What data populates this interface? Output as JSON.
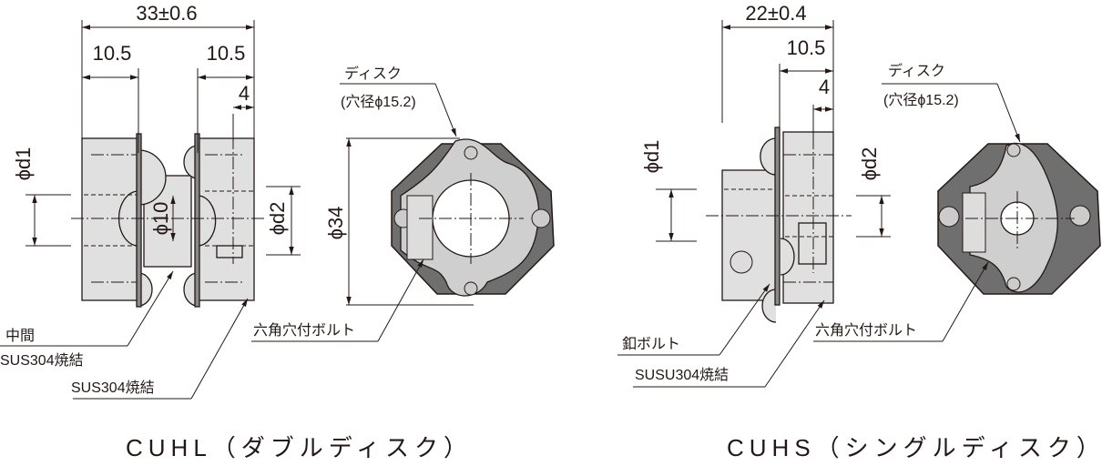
{
  "left": {
    "overall_dim": "33±0.6",
    "hub_len_left": "10.5",
    "hub_len_right": "10.5",
    "screw_pos": "4",
    "bore1": "ϕd1",
    "bore2": "ϕd2",
    "center_dia": "ϕ10",
    "outer_dia": "ϕ34",
    "disk_label": "ディスク",
    "disk_hole": "(穴径ϕ15.2)",
    "bolt_label": "六角穴付ボルト",
    "middle_label": "中間",
    "middle_material": "SUS304焼結",
    "hub_material": "SUS304焼結",
    "title": "CUHL（ダブルディスク）"
  },
  "right": {
    "overall_dim": "22±0.4",
    "hub_len": "10.5",
    "screw_pos": "4",
    "bore1": "ϕd1",
    "bore2": "ϕd2",
    "disk_label": "ディスク",
    "disk_hole": "(穴径ϕ15.2)",
    "bolt_label": "六角穴付ボルト",
    "rivet_label": "釦ボルト",
    "hub_material": "SUSU304焼結",
    "title": "CUHS（シングルディスク）"
  }
}
